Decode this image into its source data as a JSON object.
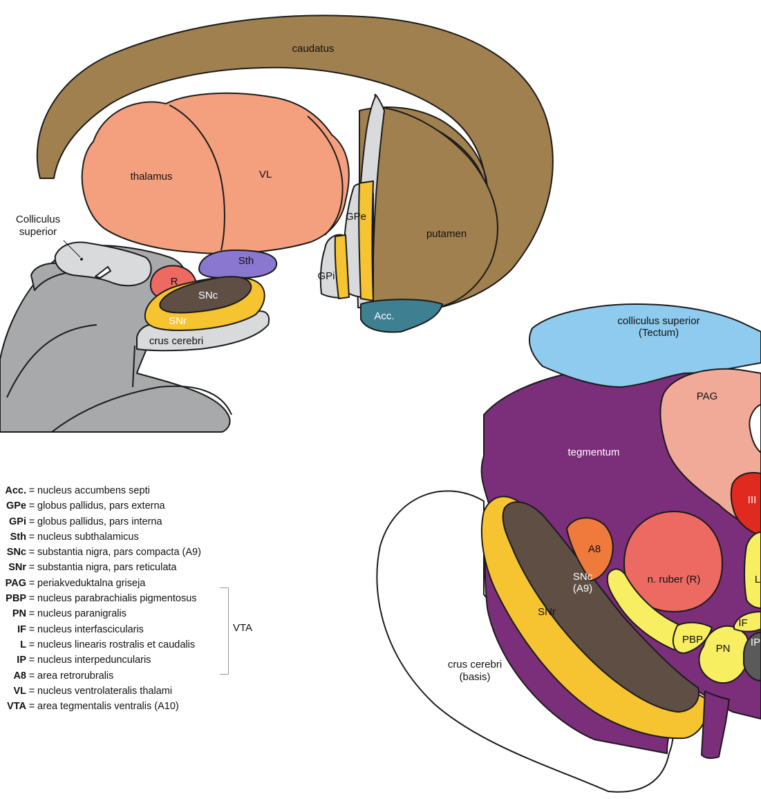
{
  "sagittal": {
    "caudatus": "caudatus",
    "thalamus": "thalamus",
    "vl": "VL",
    "colliculus_line1": "Colliculus",
    "colliculus_line2": "superior",
    "gpe": "GPe",
    "gpi": "GPi",
    "putamen": "putamen",
    "sth": "Sth",
    "r": "R",
    "snc": "SNc",
    "snr": "SNr",
    "acc": "Acc.",
    "crus": "crus cerebri"
  },
  "cross_section": {
    "colliculus_line1": "colliculus superior",
    "colliculus_line2": "(Tectum)",
    "pag": "PAG",
    "tegmentum": "tegmentum",
    "iii": "III",
    "a8": "A8",
    "snc_line1": "SNc",
    "snc_line2": "(A9)",
    "ruber": "n. ruber (R)",
    "l": "L",
    "snr": "SNr",
    "if": "IF",
    "pbp": "PBP",
    "pn": "PN",
    "ip": "IP",
    "crus_line1": "crus cerebri",
    "crus_line2": "(basis)"
  },
  "legend": [
    {
      "abbr": "Acc.",
      "desc": "nucleus accumbens septi"
    },
    {
      "abbr": "GPe",
      "desc": "globus pallidus, pars externa"
    },
    {
      "abbr": "GPi",
      "desc": "globus pallidus, pars interna"
    },
    {
      "abbr": "Sth",
      "desc": "nucleus subthalamicus"
    },
    {
      "abbr": "SNc",
      "desc": "substantia nigra, pars compacta (A9)"
    },
    {
      "abbr": "SNr",
      "desc": "substantia nigra, pars reticulata"
    },
    {
      "abbr": "PAG",
      "desc": "periakveduktalna griseja"
    },
    {
      "abbr": "PBP",
      "desc": "nucleus parabrachialis pigmentosus"
    },
    {
      "abbr": "PN",
      "desc": "nucleus paranigralis"
    },
    {
      "abbr": "IF",
      "desc": "nucleus interfascicularis"
    },
    {
      "abbr": "L",
      "desc": "nucleus linearis rostralis et caudalis"
    },
    {
      "abbr": "IP",
      "desc": "nucleus interpeduncularis"
    },
    {
      "abbr": "A8",
      "desc": "area retrorubralis"
    },
    {
      "abbr": "VL",
      "desc": "nucleus ventrolateralis thalami"
    },
    {
      "abbr": "VTA",
      "desc": "area tegmentalis ventralis (A10)"
    }
  ],
  "legend_eq": "=",
  "vta_group_label": "VTA",
  "colors": {
    "caudate": "#a0804f",
    "thalamus": "#f4a07e",
    "brainstem_gray": "#a7a9ab",
    "light_gray": "#d9dadc",
    "subthalamic": "#8a78d0",
    "red_nucleus": "#ec6a62",
    "snc": "#5e4e44",
    "snr": "#f6c431",
    "accumbens": "#3e7f92",
    "tectum": "#8ecbee",
    "tegmentum": "#7b2e7a",
    "pag": "#f2aa98",
    "a8": "#f07a3c",
    "yellow_light": "#f7ee62",
    "oculomotor": "#e02a1f",
    "ip": "#5a5a5a"
  }
}
